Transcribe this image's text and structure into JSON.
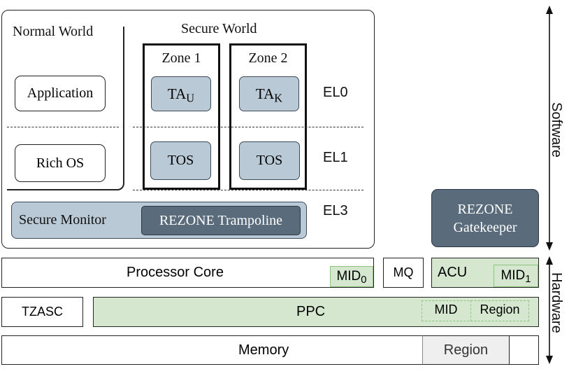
{
  "software": {
    "normal_world": "Normal World",
    "secure_world": "Secure World",
    "zone1": "Zone 1",
    "zone2": "Zone 2",
    "application": "Application",
    "rich_os": "Rich OS",
    "ta_u": {
      "base": "TA",
      "sub": "U"
    },
    "ta_k": {
      "base": "TA",
      "sub": "K"
    },
    "tos1": "TOS",
    "tos2": "TOS",
    "el0": "EL0",
    "el1": "EL1",
    "el3": "EL3",
    "secure_monitor": "Secure Monitor",
    "trampoline": "REZONE Trampoline",
    "gatekeeper_line1": "REZONE",
    "gatekeeper_line2": "Gatekeeper"
  },
  "hardware": {
    "processor_core": "Processor Core",
    "mid0": {
      "base": "MID",
      "sub": "0"
    },
    "mq": "MQ",
    "acu": "ACU",
    "mid1": {
      "base": "MID",
      "sub": "1"
    },
    "tzasc": "TZASC",
    "ppc": "PPC",
    "ppc_mid": "MID",
    "ppc_region": "Region",
    "memory": "Memory",
    "memory_region": "Region"
  },
  "side_labels": {
    "software": "Software",
    "hardware": "Hardware"
  },
  "colors": {
    "ta_fill": "#b9c9d6",
    "monitor_fill": "#b9c9d6",
    "trampoline_fill": "#5a6b7c",
    "gatekeeper_fill": "#5a6b7c",
    "hw_green": "#d5e8cf",
    "region_gray": "#efefef"
  }
}
